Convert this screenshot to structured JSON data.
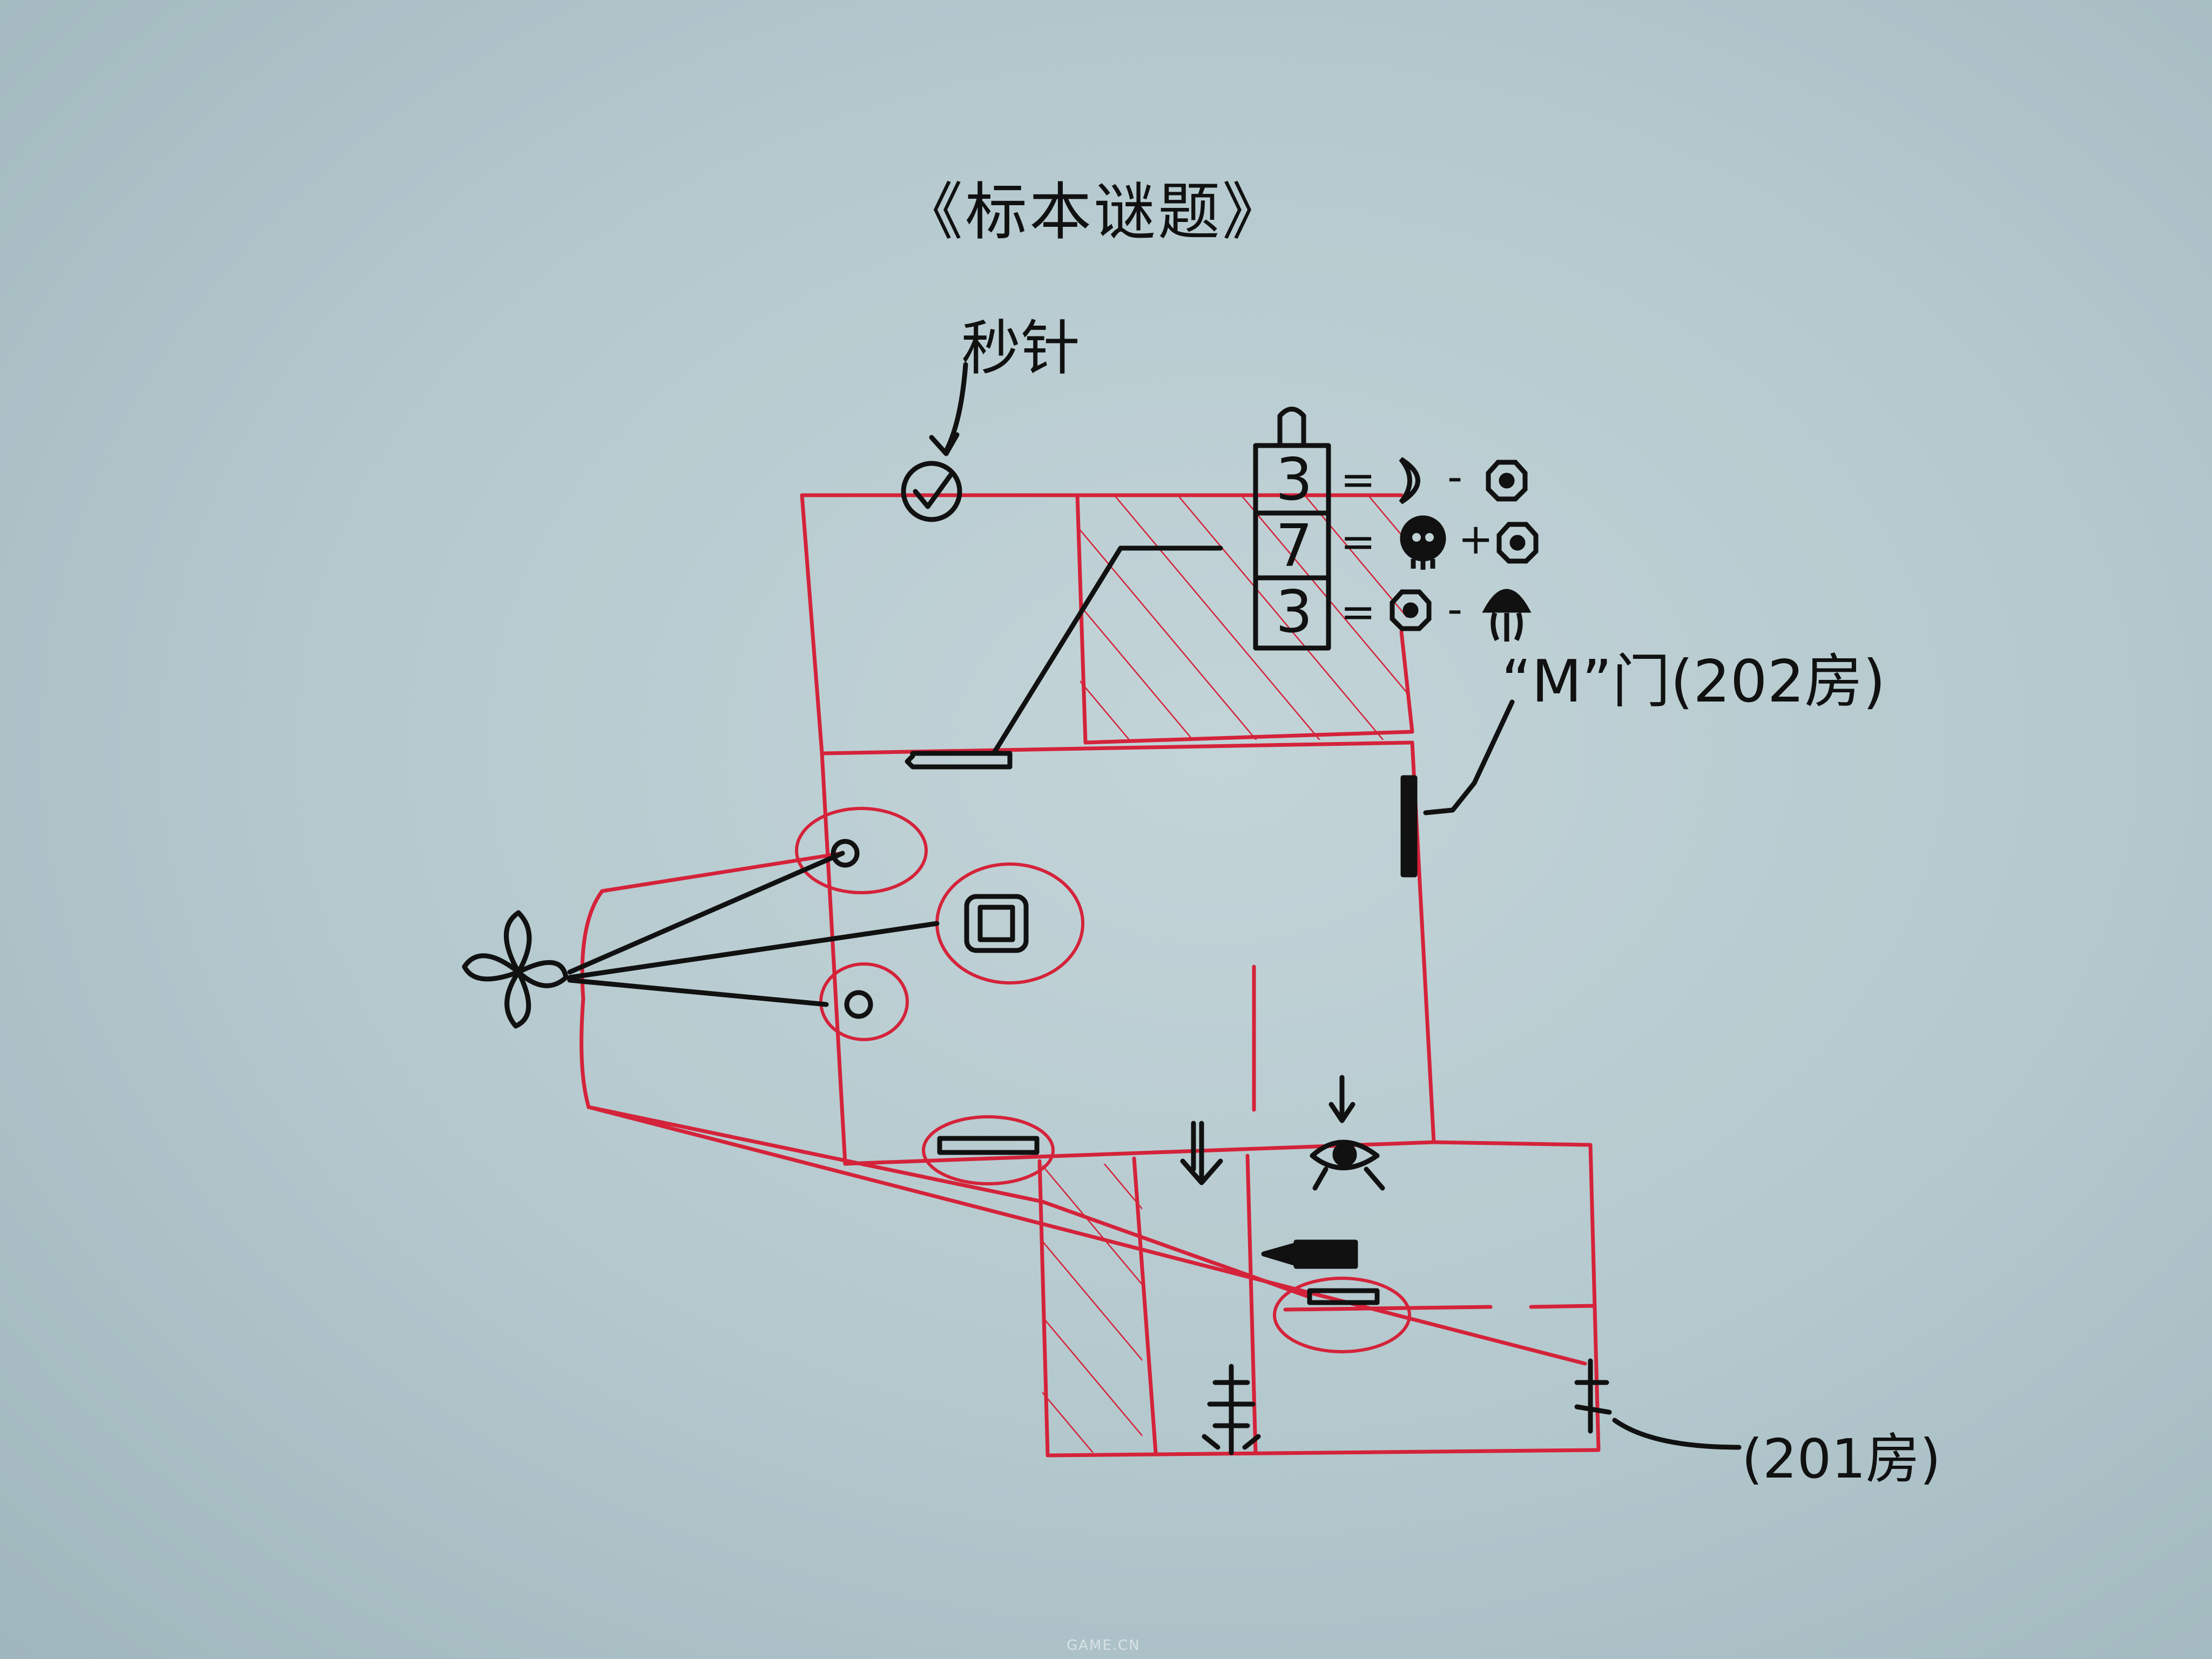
{
  "title": "《标本谜题》",
  "labels": {
    "second_hand": "秒针",
    "m_door": "“M”门(202房)",
    "room_201": "(201房)"
  },
  "code_lock": {
    "digits": [
      "3",
      "7",
      "3"
    ],
    "equations": [
      {
        "eq": "=",
        "left": "moon-icon",
        "op": "-",
        "right": "gear-icon"
      },
      {
        "eq": "=",
        "left": "skull-icon",
        "op": "+",
        "right": "gear-icon"
      },
      {
        "eq": "=",
        "left": "gear-icon",
        "op": "-",
        "right": "jellyfish-icon"
      }
    ]
  },
  "watermark": "GAME.CN",
  "colors": {
    "wall": "#d4233a",
    "ink": "#111111",
    "paper": "#b7cbd0"
  }
}
